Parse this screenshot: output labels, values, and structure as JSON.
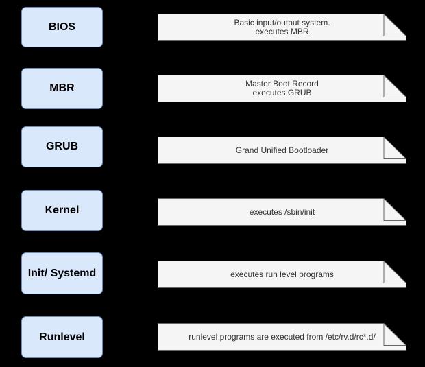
{
  "colors": {
    "background": "#000000",
    "stage_fill": "#dae8fc",
    "stage_border": "#6c8ebf",
    "note_fill": "#f5f5f5",
    "note_border": "#666666",
    "note_text": "#333333"
  },
  "stages": [
    {
      "label": "BIOS",
      "note_lines": [
        "Basic input/output system.",
        "executes MBR"
      ]
    },
    {
      "label": "MBR",
      "note_lines": [
        "Master Boot Record",
        "executes GRUB"
      ]
    },
    {
      "label": "GRUB",
      "note_lines": [
        "Grand Unified Bootloader"
      ]
    },
    {
      "label": "Kernel",
      "note_lines": [
        "executes /sbin/init"
      ]
    },
    {
      "label": "Init/ Systemd",
      "note_lines": [
        "executes run level programs"
      ]
    },
    {
      "label": "Runlevel",
      "note_lines": [
        "runlevel programs are executed from /etc/rv.d/rc*.d/"
      ]
    }
  ]
}
